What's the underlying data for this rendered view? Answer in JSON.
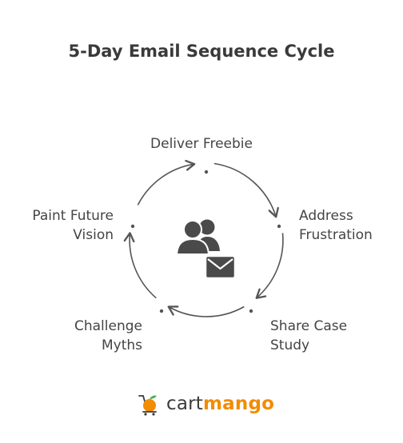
{
  "title": "5-Day Email Sequence Cycle",
  "steps": [
    {
      "lines": [
        "Deliver Freebie"
      ]
    },
    {
      "lines": [
        "Address",
        "Frustration"
      ]
    },
    {
      "lines": [
        "Share Case",
        "Study"
      ]
    },
    {
      "lines": [
        "Challenge",
        "Myths"
      ]
    },
    {
      "lines": [
        "Paint Future",
        "Vision"
      ]
    }
  ],
  "center_icon": "users-envelope-icon",
  "logo": {
    "part1": "cart",
    "part2": "mango",
    "icon": "mango-cart-icon"
  },
  "colors": {
    "text": "#3d3d3d",
    "arrow": "#555555",
    "brand_orange": "#f28c00",
    "brand_green": "#4caf50"
  }
}
